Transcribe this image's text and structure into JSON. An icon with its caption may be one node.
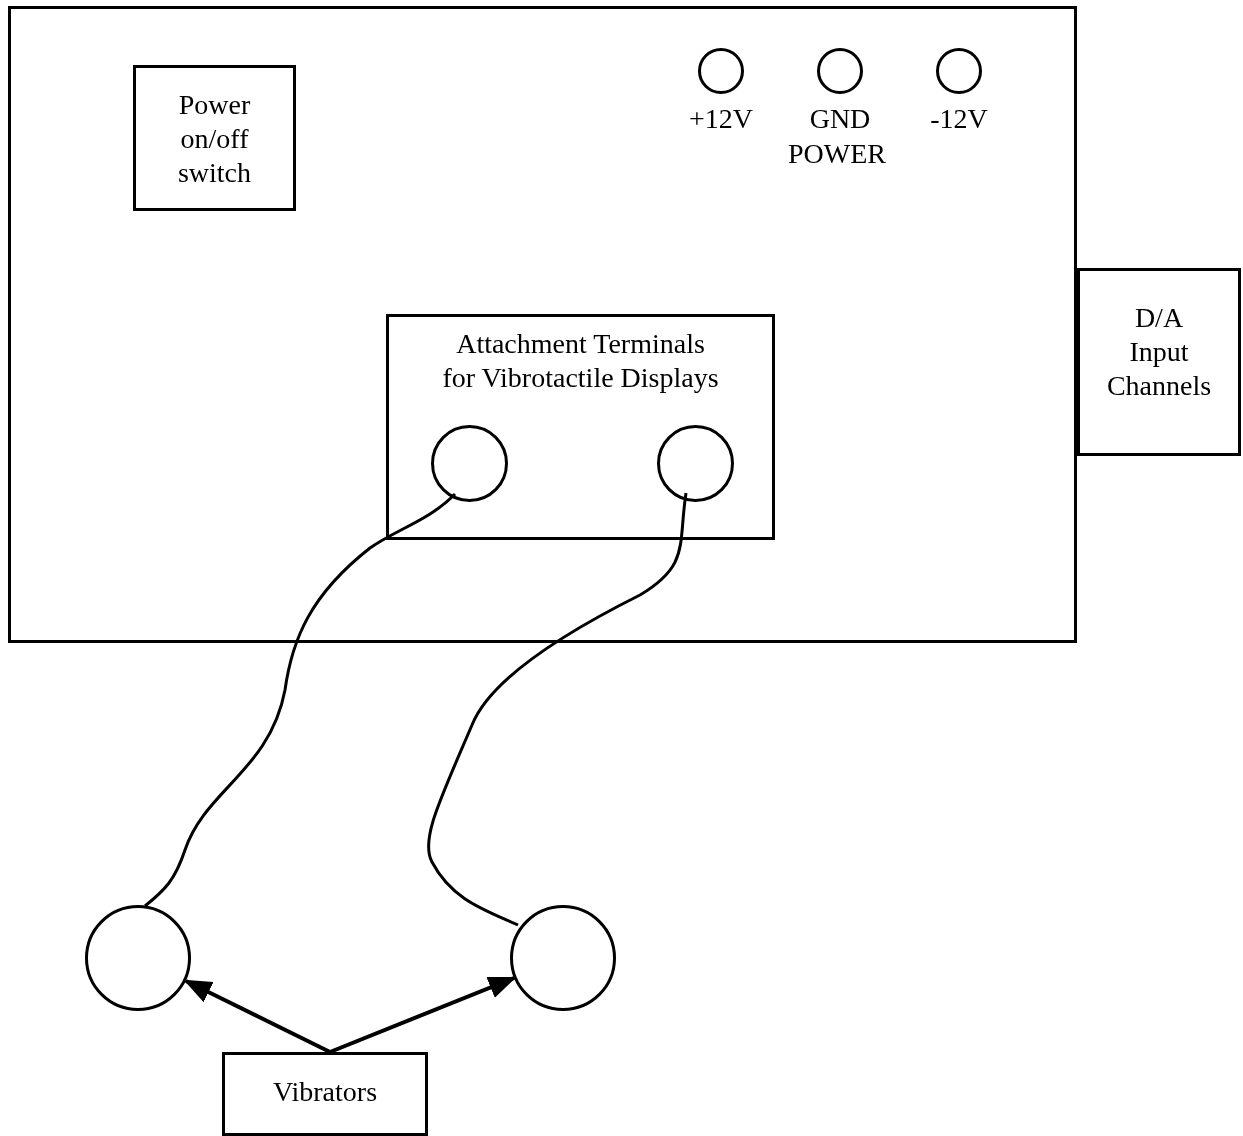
{
  "diagram": {
    "nodes": [
      {
        "text": [],
        "shape": "box"
      },
      {
        "text": [
          "Power on/off switch"
        ],
        "in": 0
      },
      {
        "text": [],
        "shape": "circle",
        "in": 0,
        "beside": [
          "+12V"
        ]
      },
      {
        "text": [],
        "shape": "circle",
        "in": 0,
        "beside": [
          "GND"
        ]
      },
      {
        "text": [],
        "shape": "circle",
        "in": 0,
        "beside": [
          "-12V"
        ]
      },
      {
        "text": [
          "Attachment Terminals for Vibrotactile Displays"
        ],
        "in": 0
      },
      {
        "text": [],
        "shape": "circle",
        "in": 5
      },
      {
        "text": [],
        "shape": "circle",
        "in": 5
      },
      {
        "text": [
          "D/A Input Channels"
        ]
      },
      {
        "text": [],
        "shape": "circle"
      },
      {
        "text": [],
        "shape": "circle"
      },
      {
        "text": [
          "Vibrators"
        ]
      }
    ],
    "edges": [
      {
        "from": 6,
        "to": 9,
        "arrow": "none"
      },
      {
        "from": 7,
        "to": 10,
        "arrow": "none"
      },
      {
        "from": 11,
        "to": 9,
        "arrow": "to"
      },
      {
        "from": 11,
        "to": 10,
        "arrow": "to"
      }
    ],
    "labels": [
      "POWER"
    ]
  }
}
